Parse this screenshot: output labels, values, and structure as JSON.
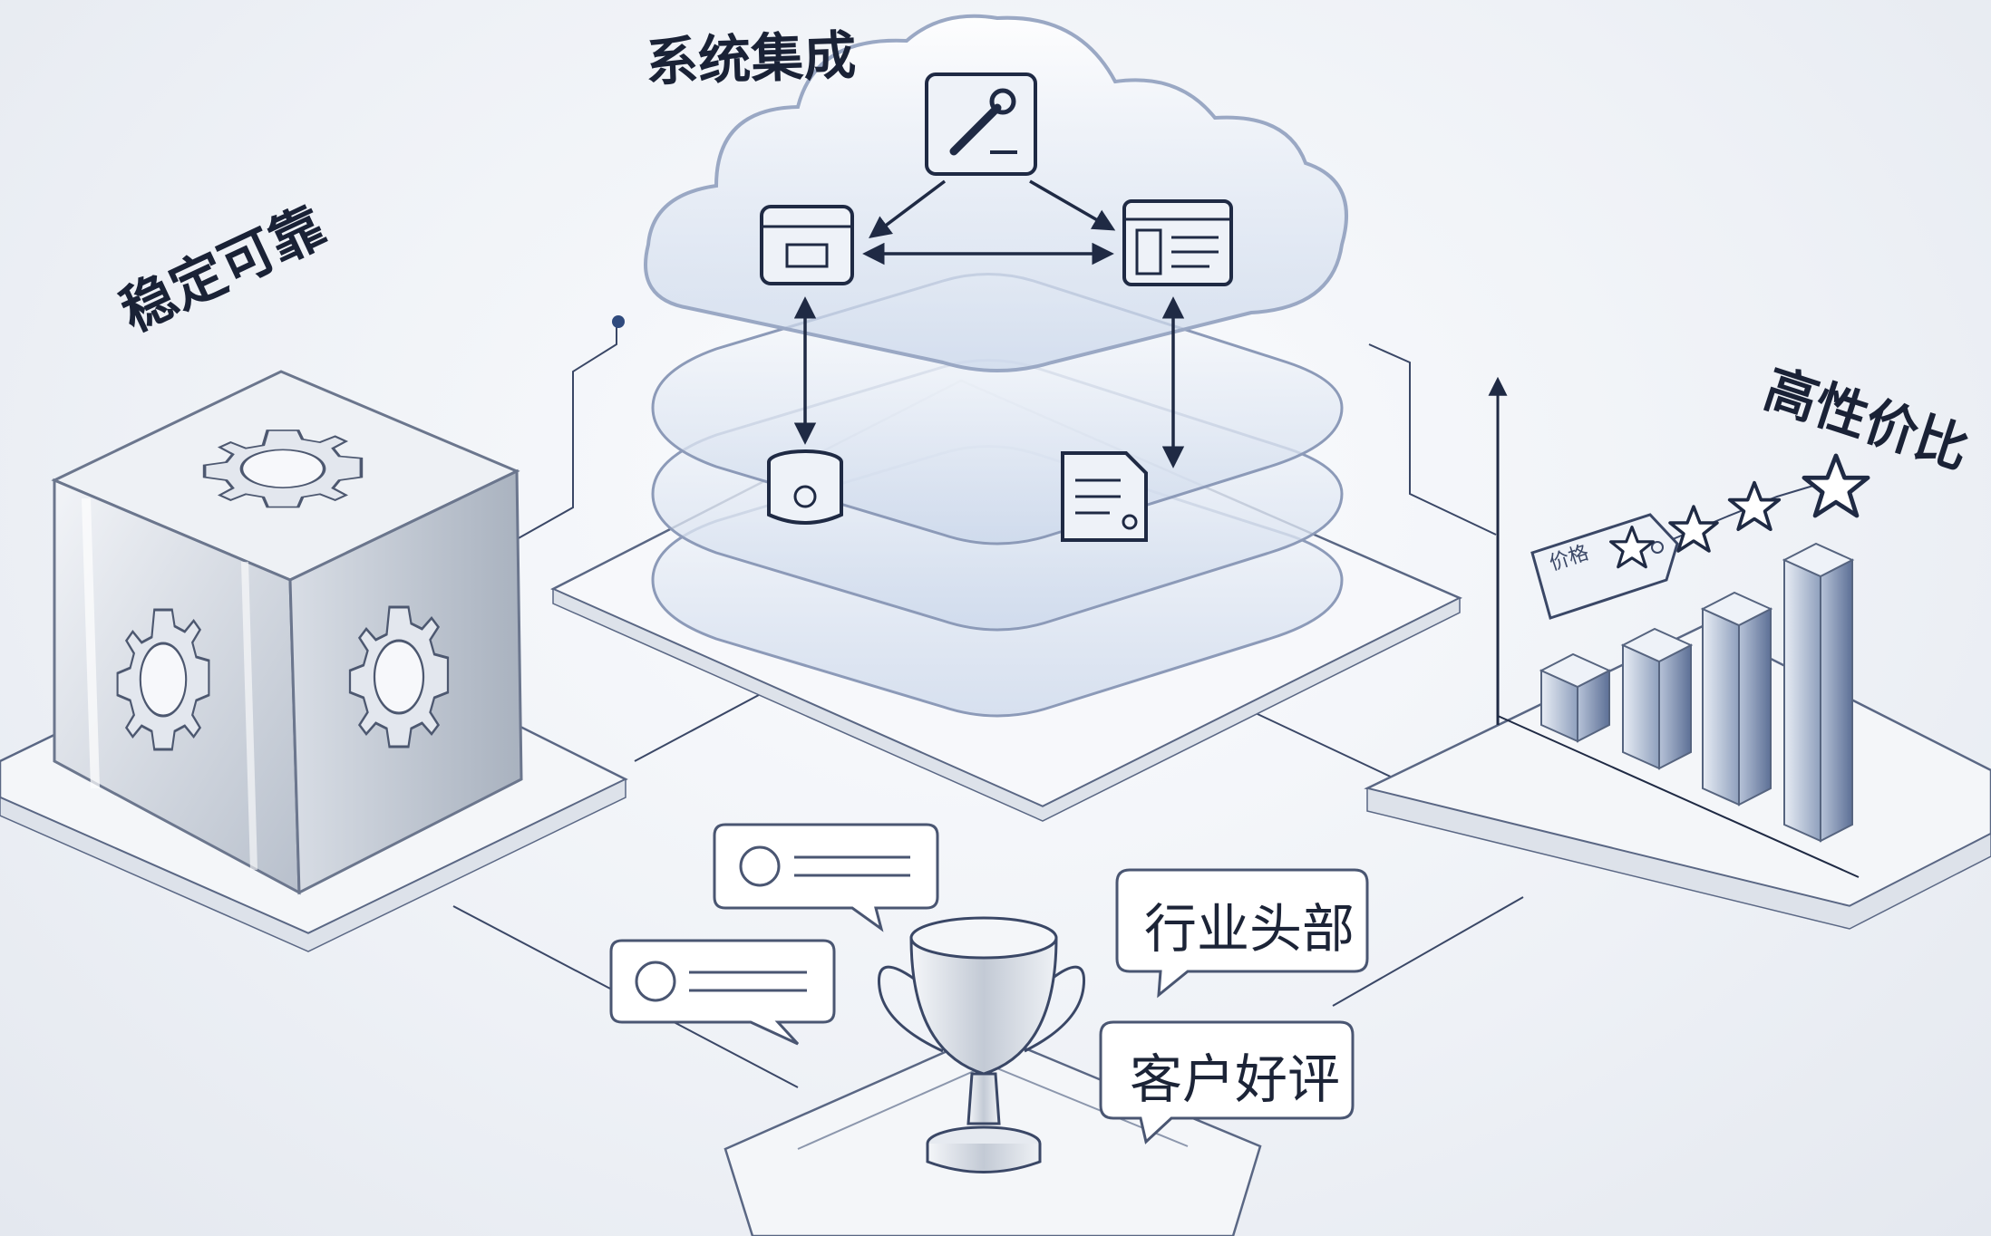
{
  "labels": {
    "system_integration": "系统集成",
    "stable_reliable": "稳定可靠",
    "cost_effective": "高性价比",
    "industry_leader": "行业头部",
    "customer_praise": "客户好评",
    "price_tag": "价格"
  },
  "colors": {
    "line": "#1f2a44",
    "accent": "#2f4a7d",
    "glass": "#dfe7f3",
    "platform": "#f4f6f9"
  },
  "icons": {
    "cloud": "cloud-icon",
    "tools": "wrench-screwdriver-icon",
    "server": "server-icon",
    "browser": "browser-window-icon",
    "database": "database-icon",
    "document": "document-icon",
    "gears": "gear-icon",
    "trophy": "trophy-icon",
    "chat": "chat-bubble-icon",
    "star": "star-icon",
    "bar_chart": "bar-chart-icon"
  }
}
